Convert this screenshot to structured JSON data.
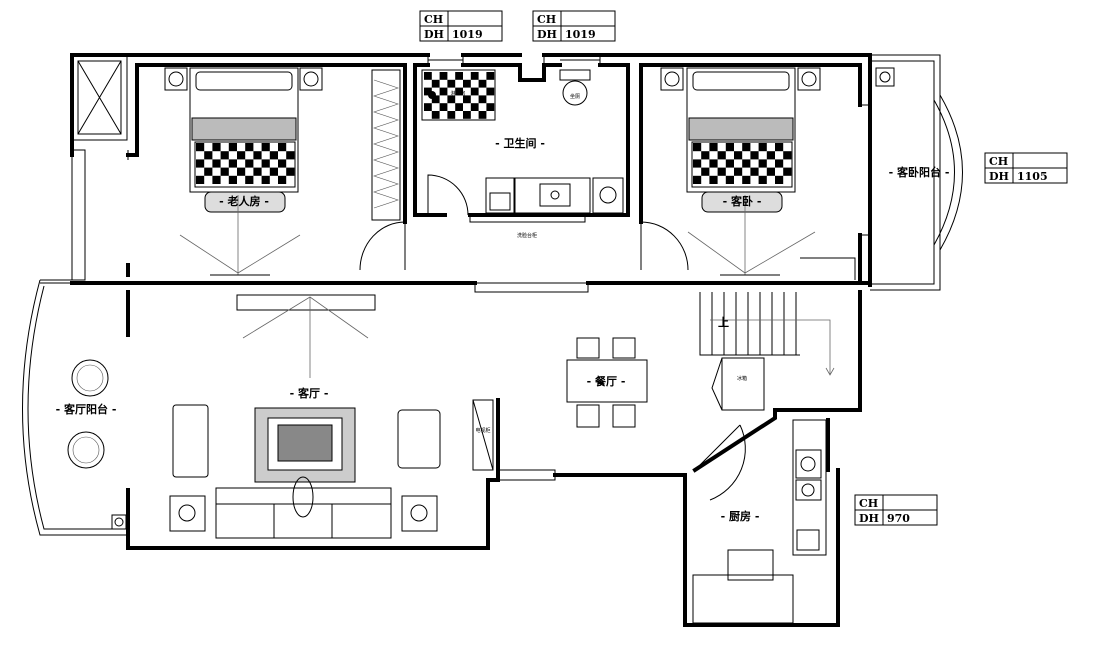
{
  "rooms": {
    "bathroom": "- 卫生间 -",
    "elder_room": "- 老人房 -",
    "guest_room": "- 客卧 -",
    "guest_balcony": "- 客卧阳台 -",
    "living_room": "- 客厅 -",
    "living_balcony": "- 客厅阳台 -",
    "dining_room": "- 餐厅 -",
    "kitchen": "- 厨房 -"
  },
  "small_labels": {
    "shower": "淋浴房",
    "toilet": "坐厕",
    "washbasin_cabinet": "洗脸台柜",
    "tv_cabinet": "电视柜",
    "fridge": "冰箱"
  },
  "stair_label": "上",
  "ceiling_tags": [
    {
      "ch_label": "CH",
      "ch_value": "",
      "dh_label": "DH",
      "dh_value": "1019"
    },
    {
      "ch_label": "CH",
      "ch_value": "",
      "dh_label": "DH",
      "dh_value": "1019"
    },
    {
      "ch_label": "CH",
      "ch_value": "",
      "dh_label": "DH",
      "dh_value": "1105"
    },
    {
      "ch_label": "CH",
      "ch_value": "",
      "dh_label": "DH",
      "dh_value": "970"
    }
  ]
}
